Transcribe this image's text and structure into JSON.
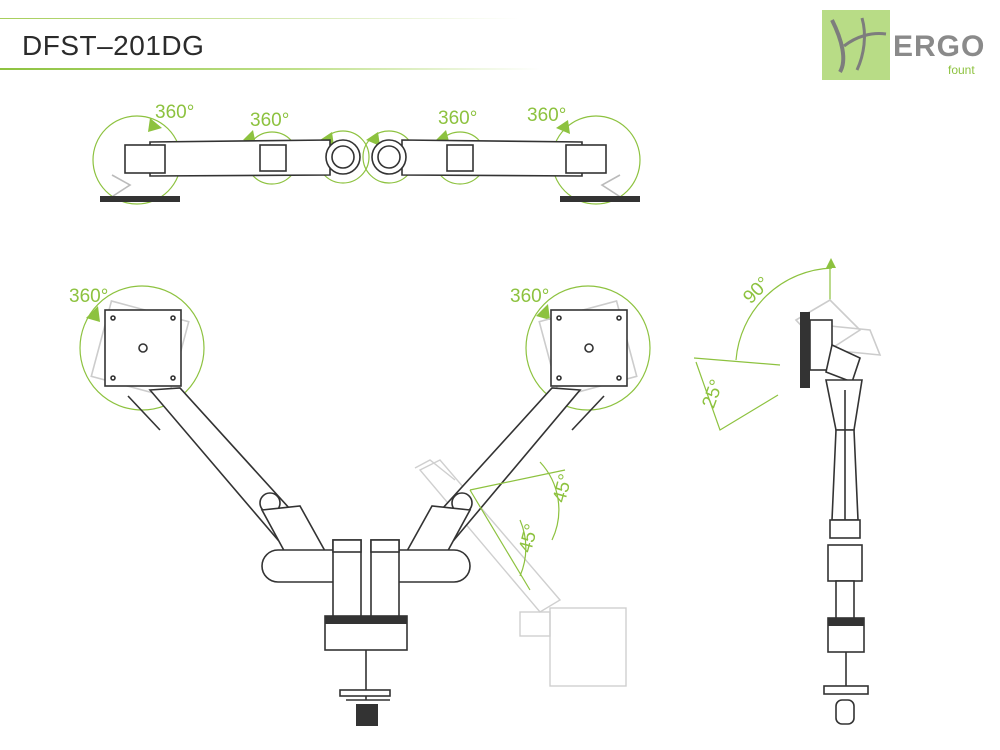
{
  "header": {
    "model_title": "DFST–201DG"
  },
  "logo": {
    "brand": "ERGO",
    "sub": "fount"
  },
  "top_view": {
    "labels": [
      "360°",
      "360°",
      "360°",
      "360°"
    ]
  },
  "front_view": {
    "left_rotation": "360°",
    "right_rotation": "360°",
    "tilt_up": "45°",
    "tilt_down": "45°"
  },
  "side_view": {
    "tilt_back": "90°",
    "tilt_forward": "25°"
  },
  "colors": {
    "accent": "#8dc23f",
    "line": "#333333",
    "ghost": "#cfcfcf"
  }
}
